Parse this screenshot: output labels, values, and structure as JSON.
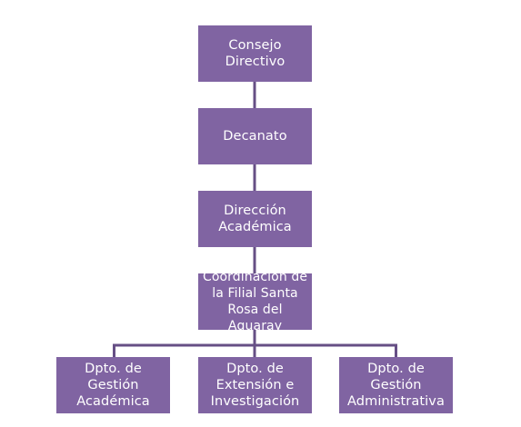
{
  "org_chart": {
    "levels": [
      {
        "id": "consejo",
        "label": "Consejo Directivo"
      },
      {
        "id": "decanato",
        "label": "Decanato"
      },
      {
        "id": "direccion",
        "label": "Dirección Académica"
      },
      {
        "id": "coordinacion",
        "label": "Coordinación de la Filial Santa Rosa del Aguaray"
      }
    ],
    "departments": [
      {
        "id": "gestion-academica",
        "label": "Dpto. de Gestión Académica"
      },
      {
        "id": "extension",
        "label": "Dpto. de Extensión e Investigación"
      },
      {
        "id": "gestion-administrativa",
        "label": "Dpto. de Gestión Administrativa"
      }
    ],
    "colors": {
      "node_fill": "#8064a2",
      "node_text": "#ffffff",
      "connector": "#664f85"
    }
  }
}
